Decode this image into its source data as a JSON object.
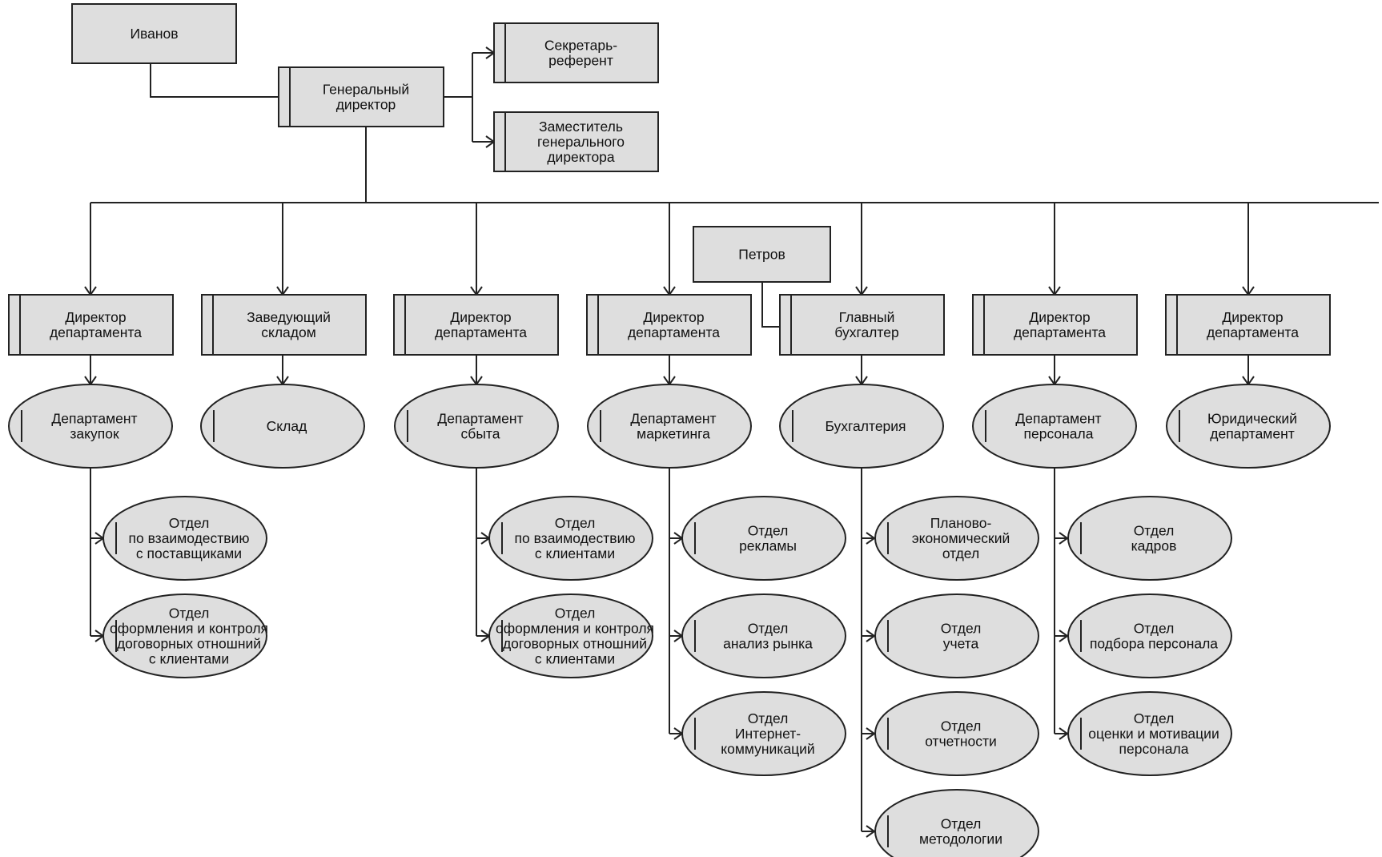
{
  "nodes": {
    "ivanov": [
      "Иванов"
    ],
    "gen_director": [
      "Генеральный",
      "директор"
    ],
    "secretary": [
      "Секретарь-",
      "референт"
    ],
    "deputy": [
      "Заместитель",
      "генерального",
      "директора"
    ],
    "petrov": [
      "Петров"
    ],
    "dir_purchase": [
      "Директор",
      "департамента"
    ],
    "warehouse_head": [
      "Заведующий",
      "складом"
    ],
    "dir_sales": [
      "Директор",
      "департамента"
    ],
    "dir_marketing": [
      "Директор",
      "департамента"
    ],
    "chief_accountant": [
      "Главный",
      "бухгалтер"
    ],
    "dir_personnel": [
      "Директор",
      "департамента"
    ],
    "dir_legal": [
      "Директор",
      "департамента"
    ],
    "dept_purchase": [
      "Департамент",
      "закупок"
    ],
    "dept_warehouse": [
      "Склад"
    ],
    "dept_sales": [
      "Департамент",
      "сбыта"
    ],
    "dept_marketing": [
      "Департамент",
      "маркетинга"
    ],
    "dept_accounting": [
      "Бухгалтерия"
    ],
    "dept_personnel": [
      "Департамент",
      "персонала"
    ],
    "dept_legal": [
      "Юридический",
      "департамент"
    ],
    "pur_suppliers": [
      "Отдел",
      "по взаимодествию",
      "с поставщиками"
    ],
    "pur_contracts": [
      "Отдел",
      "оформления и контроля",
      "договорных отношний",
      "с клиентами"
    ],
    "sal_clients": [
      "Отдел",
      "по взаимодествию",
      "с клиентами"
    ],
    "sal_contracts": [
      "Отдел",
      "оформления и контроля",
      "договорных отношний",
      "с клиентами"
    ],
    "mkt_ads": [
      "Отдел",
      "рекламы"
    ],
    "mkt_analysis": [
      "Отдел",
      "анализ рынка"
    ],
    "mkt_internet": [
      "Отдел",
      "Интернет-",
      "коммуникаций"
    ],
    "acc_planning": [
      "Планово-",
      "экономический",
      "отдел"
    ],
    "acc_records": [
      "Отдел",
      "учета"
    ],
    "acc_reporting": [
      "Отдел",
      "отчетности"
    ],
    "acc_methodology": [
      "Отдел",
      "методологии"
    ],
    "per_staff": [
      "Отдел",
      "кадров"
    ],
    "per_recruit": [
      "Отдел",
      "подбора персонала"
    ],
    "per_evaluation": [
      "Отдел",
      "оценки и мотивации",
      "персонала"
    ]
  },
  "edges": [
    [
      "ivanov",
      "gen_director"
    ],
    [
      "gen_director",
      "secretary"
    ],
    [
      "gen_director",
      "deputy"
    ],
    [
      "gen_director",
      "dir_purchase"
    ],
    [
      "gen_director",
      "warehouse_head"
    ],
    [
      "gen_director",
      "dir_sales"
    ],
    [
      "gen_director",
      "dir_marketing"
    ],
    [
      "gen_director",
      "chief_accountant"
    ],
    [
      "gen_director",
      "dir_personnel"
    ],
    [
      "gen_director",
      "dir_legal"
    ],
    [
      "petrov",
      "chief_accountant"
    ],
    [
      "dir_purchase",
      "dept_purchase"
    ],
    [
      "warehouse_head",
      "dept_warehouse"
    ],
    [
      "dir_sales",
      "dept_sales"
    ],
    [
      "dir_marketing",
      "dept_marketing"
    ],
    [
      "chief_accountant",
      "dept_accounting"
    ],
    [
      "dir_personnel",
      "dept_personnel"
    ],
    [
      "dir_legal",
      "dept_legal"
    ],
    [
      "dept_purchase",
      "pur_suppliers"
    ],
    [
      "dept_purchase",
      "pur_contracts"
    ],
    [
      "dept_sales",
      "sal_clients"
    ],
    [
      "dept_sales",
      "sal_contracts"
    ],
    [
      "dept_marketing",
      "mkt_ads"
    ],
    [
      "dept_marketing",
      "mkt_analysis"
    ],
    [
      "dept_marketing",
      "mkt_internet"
    ],
    [
      "dept_accounting",
      "acc_planning"
    ],
    [
      "dept_accounting",
      "acc_records"
    ],
    [
      "dept_accounting",
      "acc_reporting"
    ],
    [
      "dept_accounting",
      "acc_methodology"
    ],
    [
      "dept_personnel",
      "per_staff"
    ],
    [
      "dept_personnel",
      "per_recruit"
    ],
    [
      "dept_personnel",
      "per_evaluation"
    ]
  ],
  "colors": {
    "node_fill": "#dedede",
    "stroke": "#222222",
    "text": "#111111",
    "background": "#ffffff"
  }
}
